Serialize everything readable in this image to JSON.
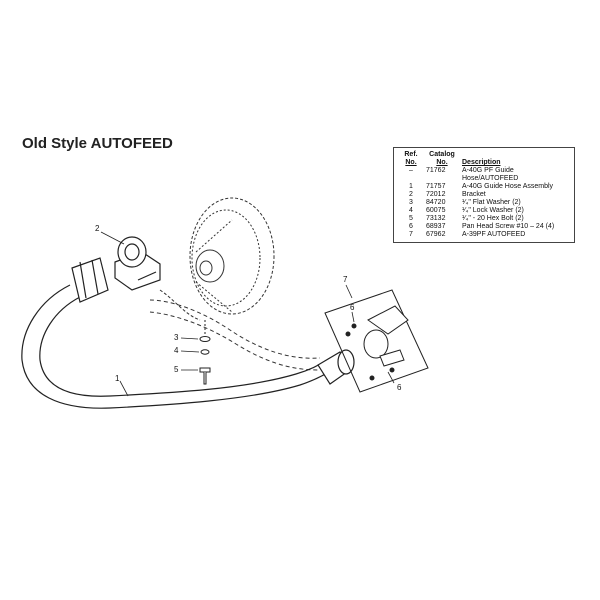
{
  "title": "Old Style AUTOFEED",
  "table": {
    "headers": {
      "ref_line1": "Ref.",
      "ref_line2": "No.",
      "catalog_line1": "Catalog",
      "catalog_line2": "No.",
      "description": "Description"
    },
    "rows": [
      {
        "ref": "–",
        "catalog": "71762",
        "description": "A-40G PF Guide"
      },
      {
        "ref": "",
        "catalog": "",
        "description": "Hose/AUTOFEED"
      },
      {
        "ref": "1",
        "catalog": "71757",
        "description": "A-40G Guide Hose Assembly"
      },
      {
        "ref": "2",
        "catalog": "72012",
        "description": "Bracket"
      },
      {
        "ref": "3",
        "catalog": "84720",
        "description": "¹⁄₄\" Flat Washer (2)"
      },
      {
        "ref": "4",
        "catalog": "60075",
        "description": "¹⁄₄\" Lock Washer (2)"
      },
      {
        "ref": "5",
        "catalog": "73132",
        "description": "¹⁄₄\" - 20 Hex Bolt (2)"
      },
      {
        "ref": "6",
        "catalog": "68937",
        "description": "Pan Head Screw #10 – 24 (4)"
      },
      {
        "ref": "7",
        "catalog": "67962",
        "description": "A-39PF AUTOFEED"
      }
    ]
  },
  "callouts": {
    "c1": "1",
    "c2": "2",
    "c3": "3",
    "c4": "4",
    "c5": "5",
    "c6a": "6",
    "c6b": "6",
    "c7": "7"
  }
}
